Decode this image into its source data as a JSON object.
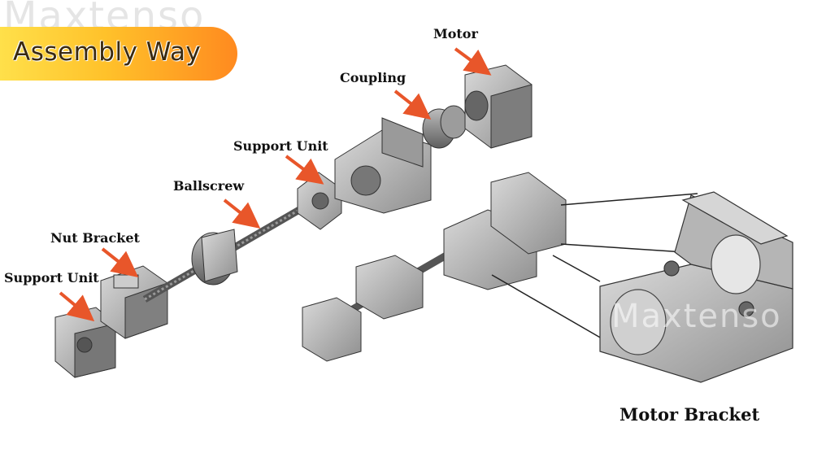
{
  "watermark": "Maxtenso",
  "banner": {
    "title": "Assembly Way",
    "colors": [
      "#ffe04a",
      "#ff8a1f"
    ]
  },
  "labels": {
    "motor": "Motor",
    "coupling": "Coupling",
    "support_unit_top": "Support Unit",
    "ballscrew": "Ballscrew",
    "nut_bracket": "Nut Bracket",
    "support_unit_left": "Support Unit",
    "motor_bracket": "Motor Bracket"
  },
  "arrow_color": "#e8562a"
}
